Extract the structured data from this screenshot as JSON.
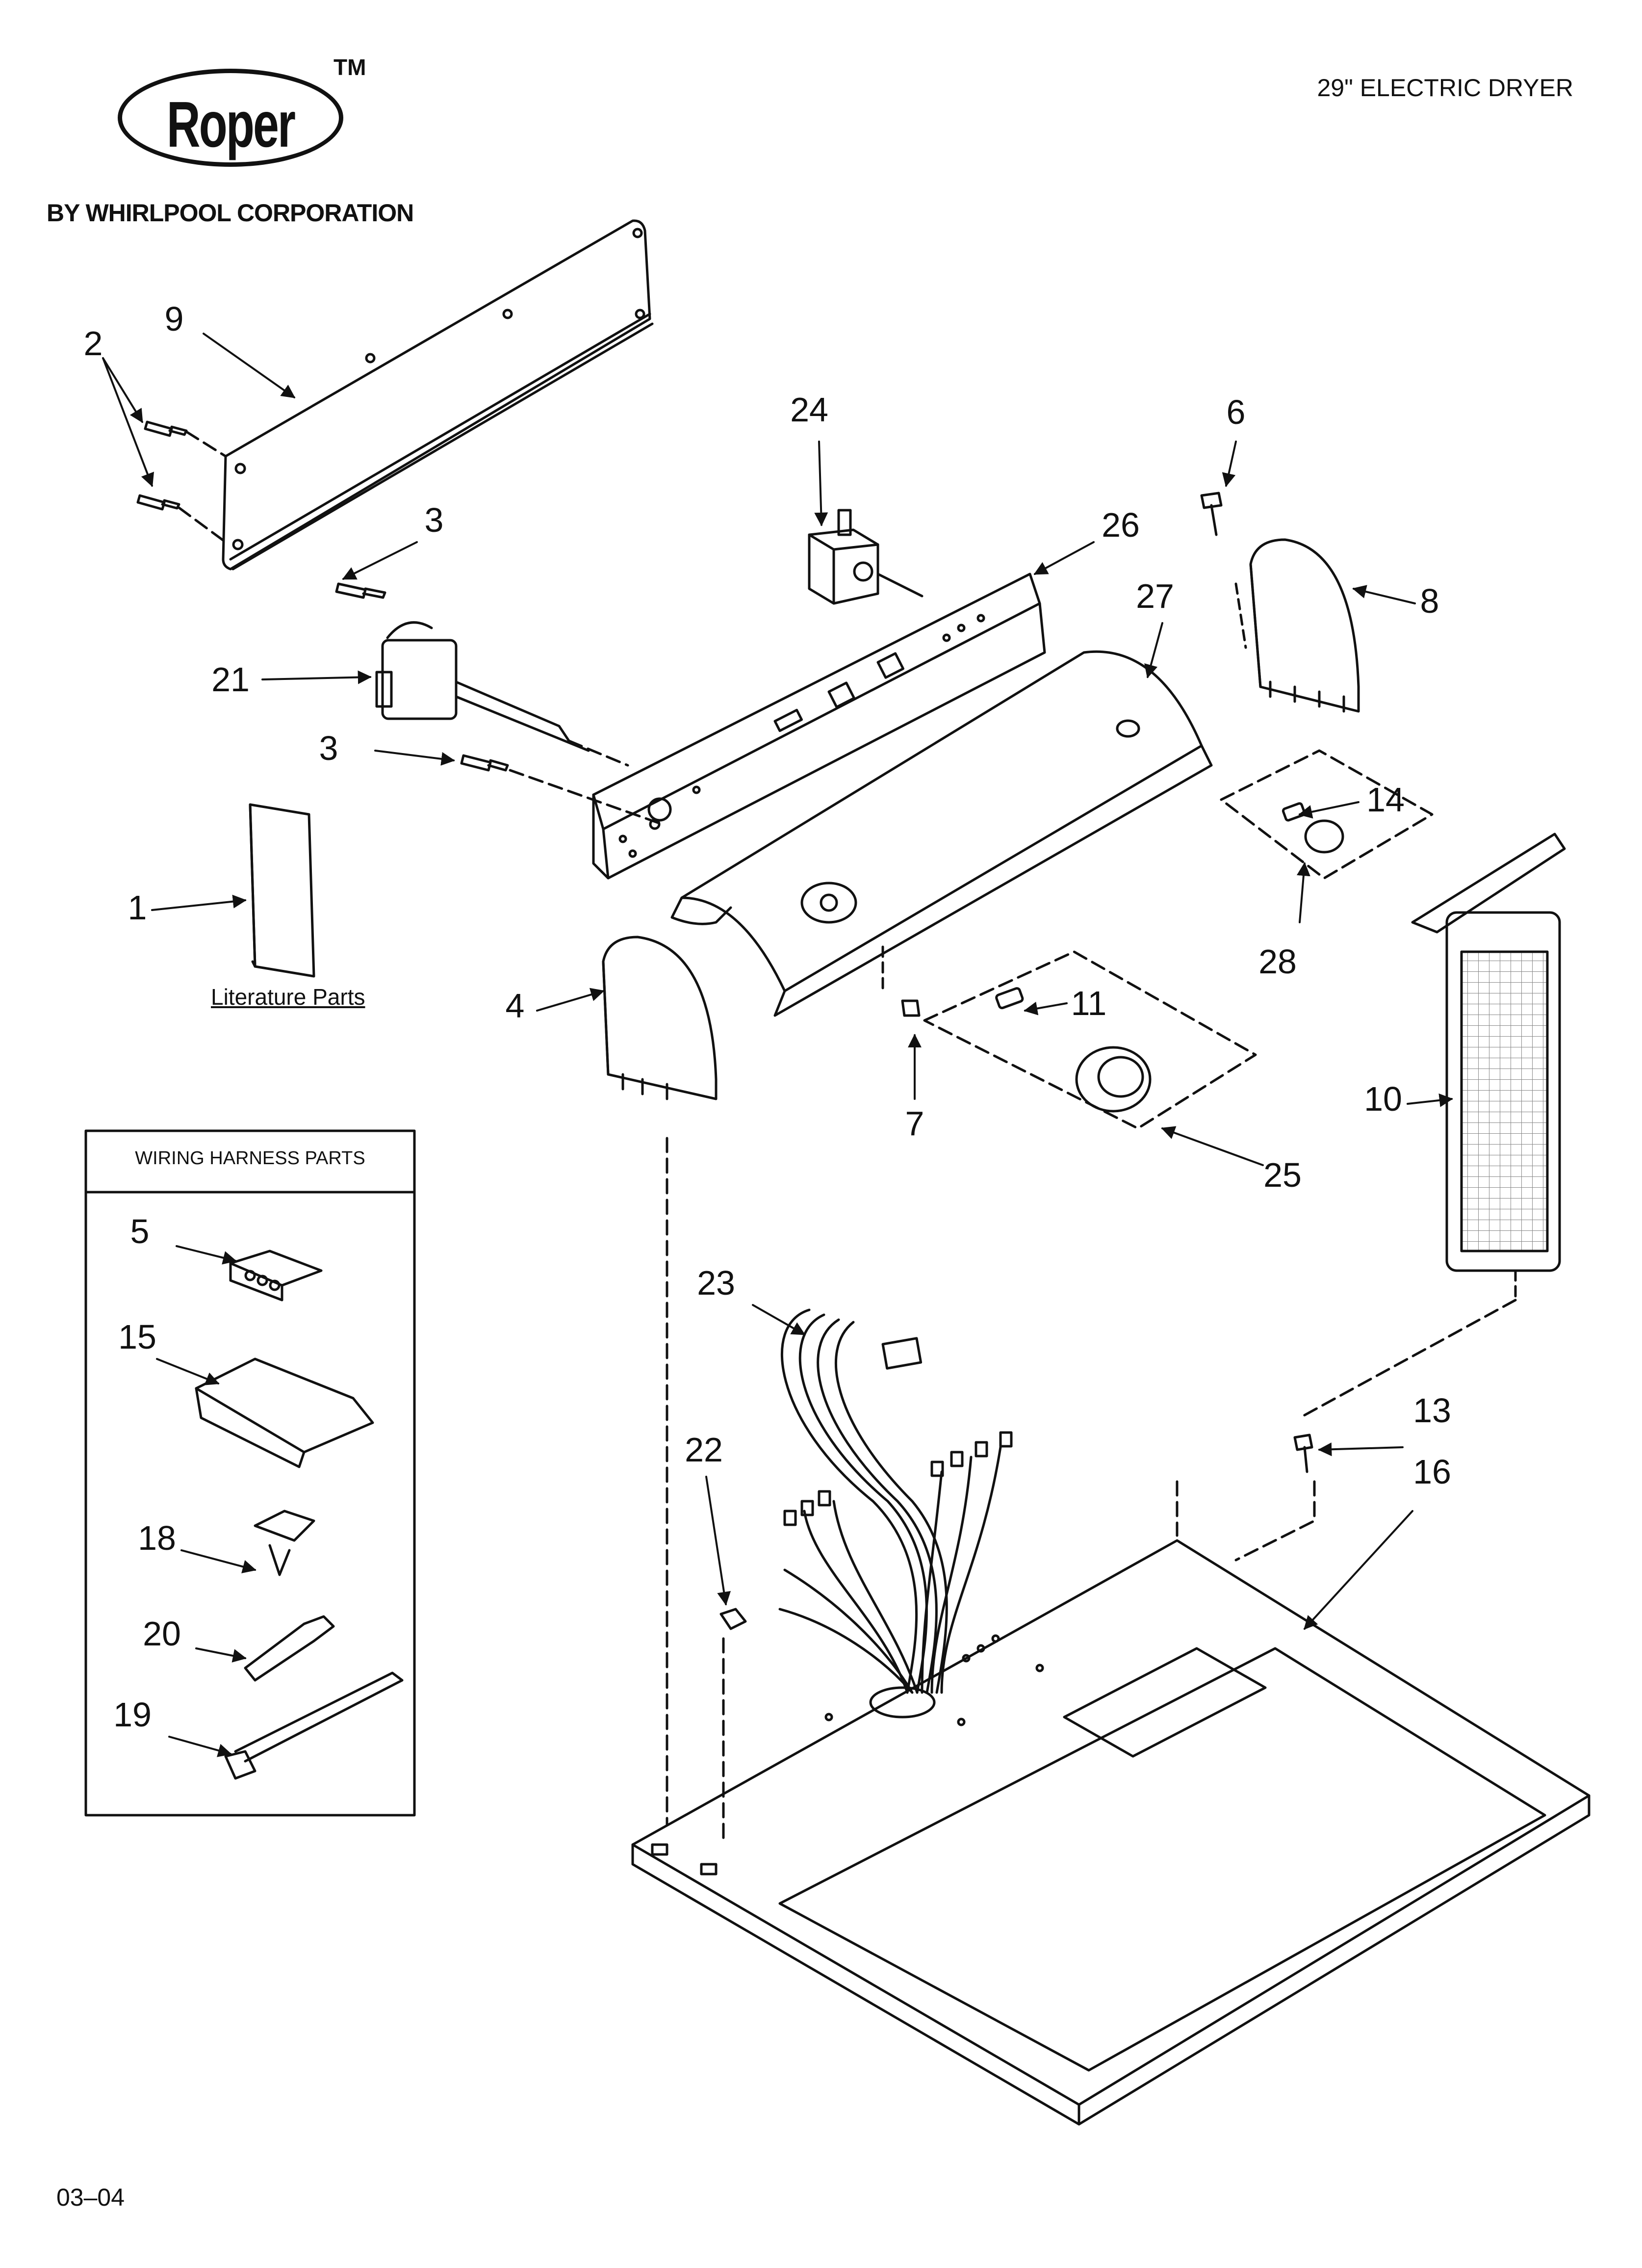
{
  "brand": {
    "logo_text": "Roper",
    "trademark": "TM",
    "byline": "BY WHIRLPOOL CORPORATION"
  },
  "document": {
    "title": "29\" ELECTRIC DRYER",
    "code": "03–04"
  },
  "labels": {
    "literature": "Literature Parts",
    "wiring_harness": "WIRING HARNESS PARTS"
  },
  "callouts": {
    "c1": "1",
    "c2": "2",
    "c3a": "3",
    "c3b": "3",
    "c4": "4",
    "c5": "5",
    "c6": "6",
    "c7": "7",
    "c8": "8",
    "c9": "9",
    "c10": "10",
    "c11": "11",
    "c13": "13",
    "c14": "14",
    "c15": "15",
    "c16": "16",
    "c18": "18",
    "c19": "19",
    "c20": "20",
    "c21": "21",
    "c22": "22",
    "c23": "23",
    "c24": "24",
    "c25": "25",
    "c26": "26",
    "c27": "27",
    "c28": "28"
  },
  "colors": {
    "ink": "#111111",
    "paper": "#ffffff",
    "mesh": "#888888"
  }
}
